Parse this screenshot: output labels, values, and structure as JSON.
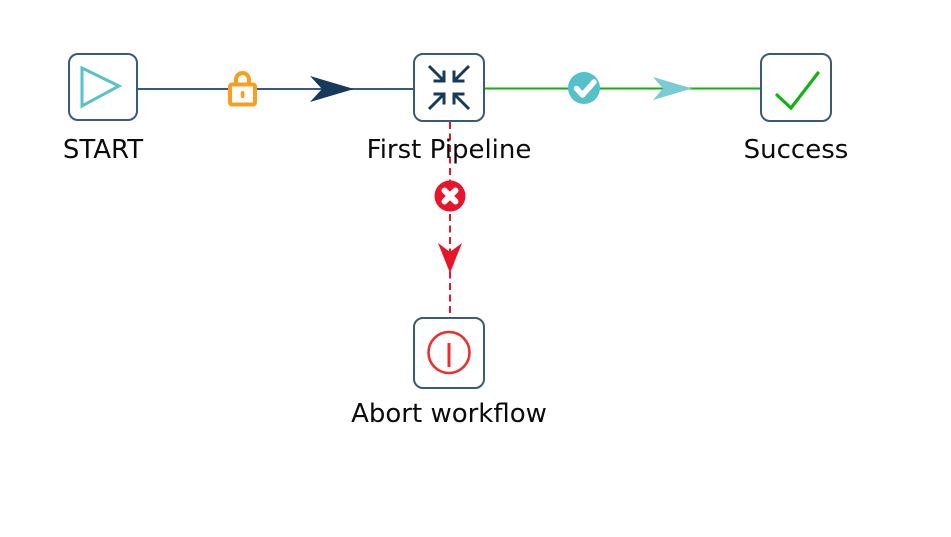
{
  "diagram": {
    "type": "workflow-pipeline-canvas",
    "nodes": [
      {
        "id": "start",
        "label": "START",
        "icon": "play-icon",
        "state": "start"
      },
      {
        "id": "first-pipeline",
        "label": "First Pipeline",
        "icon": "compress-arrows-icon",
        "state": "task"
      },
      {
        "id": "success",
        "label": "Success",
        "icon": "check-icon",
        "state": "end-success"
      },
      {
        "id": "abort",
        "label": "Abort workflow",
        "icon": "power-off-icon",
        "state": "end-abort"
      }
    ],
    "edges": [
      {
        "from": "start",
        "to": "first-pipeline",
        "style": "solid",
        "color": "#3b5a75",
        "badge": "lock-icon",
        "arrowhead": "navy"
      },
      {
        "from": "first-pipeline",
        "to": "success",
        "style": "solid",
        "color": "#12b212",
        "badge": "check-circle-badge",
        "arrowhead": "teal"
      },
      {
        "from": "first-pipeline",
        "to": "abort",
        "style": "dashed",
        "color": "#e8142c",
        "badge": "error-circle-badge",
        "arrowhead": "red"
      }
    ],
    "colors": {
      "slate": "#3b5a75",
      "navy": "#173a5c",
      "teal": "#5ac2c6",
      "teal-badge": "#54c0ca",
      "teal-arrow": "#79ccd4",
      "orange": "#f8a01d",
      "green": "#12b212",
      "red": "#e8142c",
      "red-icon": "#ee2e2e",
      "text": "#0b0b0b",
      "node-bg": "#ffffff"
    }
  }
}
